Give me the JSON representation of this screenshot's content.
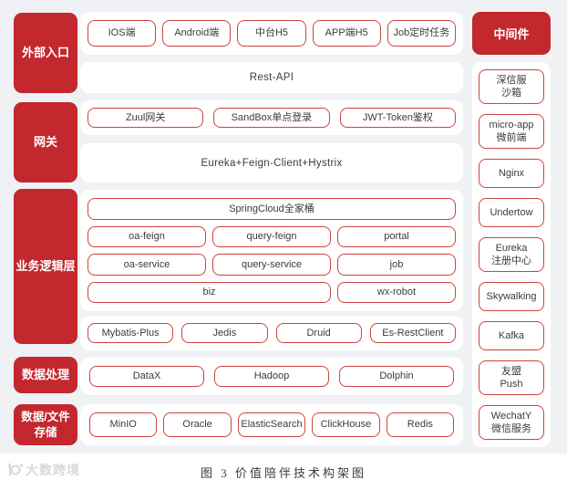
{
  "colors": {
    "accent_red": "#c2282e",
    "box_border": "#cd433f",
    "stage_bg": "#eff1f5"
  },
  "sidebar": {
    "labels": [
      "外部入口",
      "网关",
      "业务逻辑层",
      "数据处理",
      "数据/文件\n存储"
    ]
  },
  "entry_row": {
    "boxes": [
      "IOS端",
      "Android端",
      "中台H5",
      "APP端H5",
      "Job定时任务"
    ]
  },
  "rest_api_bar": "Rest-API",
  "gateway_row": {
    "boxes": [
      "Zuul网关",
      "SandBox单点登录",
      "JWT-Token鉴权"
    ]
  },
  "eureka_bar": "Eureka+Feign-Client+Hystrix",
  "business": {
    "full_box": "SpringCloud全家桶",
    "feign_row": [
      "oa-feign",
      "query-feign",
      "portal"
    ],
    "service_row": [
      "oa-service",
      "query-service",
      "job"
    ],
    "biz_box": "biz",
    "robot_box": "wx-robot",
    "client_row": [
      "Mybatis-Plus",
      "Jedis",
      "Druid",
      "Es-RestClient"
    ]
  },
  "data_processing_row": {
    "boxes": [
      "DataX",
      "Hadoop",
      "Dolphin"
    ]
  },
  "storage_row": {
    "boxes": [
      "MinIO",
      "Oracle",
      "ElasticSearch",
      "ClickHouse",
      "Redis"
    ]
  },
  "middleware": {
    "header": "中间件",
    "boxes": [
      "深信服\n沙箱",
      "micro-app\n微前端",
      "Nginx",
      "Undertow",
      "Eureka\n注册中心",
      "Skywalking",
      "Kafka",
      "友盟\nPush",
      "WechatY\n微信服务"
    ]
  },
  "caption": "图 3  价值陪伴技术构架图",
  "watermark": {
    "text": "大数跨境"
  }
}
